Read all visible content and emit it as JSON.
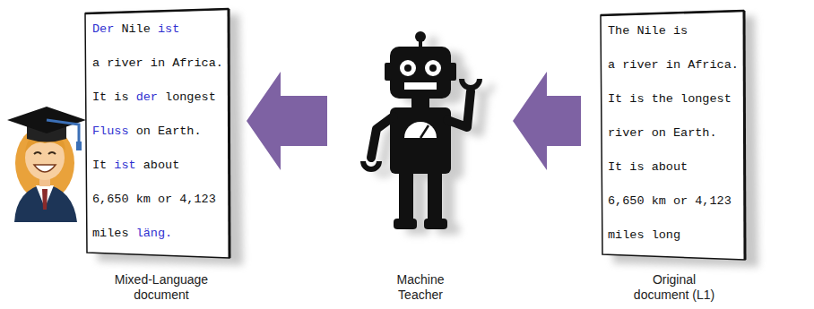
{
  "diagram": {
    "nodes": [
      {
        "text": [
          "Der Nile ist a river in Africa. It is der longest Fluss on Earth. It ist about 6,650 km or 4,123 miles läng.",
          "Mixed-Language document"
        ]
      },
      {
        "text": [
          "Machine Teacher"
        ]
      },
      {
        "text": [
          "The Nile is a river in Africa. It is the longest river on Earth. It is about 6,650 km or 4,123 miles long",
          "Original document (L1)"
        ]
      }
    ],
    "edges": [
      {
        "from": 2,
        "to": 1,
        "arrow": "to"
      },
      {
        "from": 1,
        "to": 0,
        "arrow": "to"
      }
    ]
  }
}
